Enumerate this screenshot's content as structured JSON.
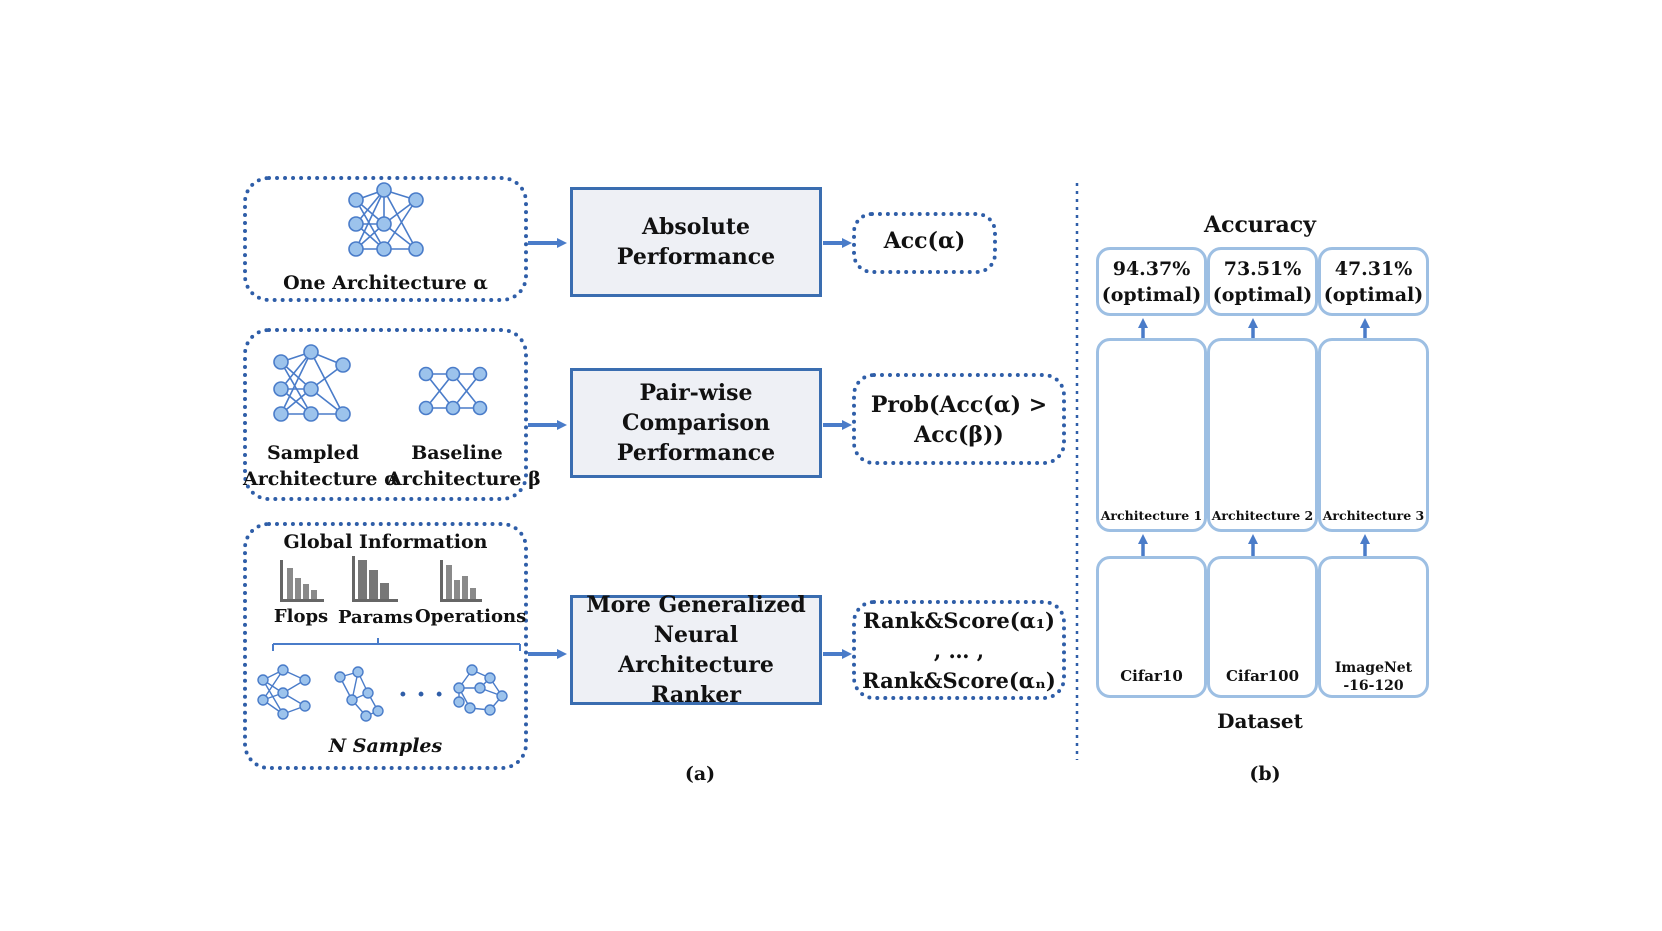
{
  "panel_a": {
    "caption": "(a)",
    "row1": {
      "input_label": "One Architecture α",
      "method": [
        "Absolute",
        "Performance"
      ],
      "output": "Acc(α)"
    },
    "row2": {
      "sampled_label": [
        "Sampled",
        "Architecture α"
      ],
      "baseline_label": [
        "Baseline",
        "Architecture β"
      ],
      "method": [
        "Pair-wise",
        "Comparison",
        "Performance"
      ],
      "output": [
        "Prob(Acc(α) >",
        "Acc(β))"
      ]
    },
    "row3": {
      "global_title": "Global Information",
      "features": [
        "Flops",
        "Params",
        "Operations"
      ],
      "dots": "· · ·",
      "samples_label": "N Samples",
      "method": [
        "More Generalized",
        "Neural Architecture",
        "Ranker"
      ],
      "output": [
        "Rank&Score(α₁)",
        ", … ,",
        "Rank&Score(αₙ)"
      ]
    }
  },
  "panel_b": {
    "caption": "(b)",
    "accuracy_title": "Accuracy",
    "dataset_title": "Dataset",
    "columns": [
      {
        "accuracy": [
          "94.37%",
          "(optimal)"
        ],
        "architecture": "Architecture 1",
        "dataset": [
          "Cifar10"
        ]
      },
      {
        "accuracy": [
          "73.51%",
          "(optimal)"
        ],
        "architecture": "Architecture 2",
        "dataset": [
          "Cifar100"
        ]
      },
      {
        "accuracy": [
          "47.31%",
          "(optimal)"
        ],
        "architecture": "Architecture 3",
        "dataset": [
          "ImageNet",
          "-16-120"
        ]
      }
    ]
  },
  "colors": {
    "border_dark_blue": "#2f5ea8",
    "arrow_blue": "#4a7cc9",
    "light_blue_border": "#9dbfe3",
    "node_fill": "#9cc3ec"
  }
}
